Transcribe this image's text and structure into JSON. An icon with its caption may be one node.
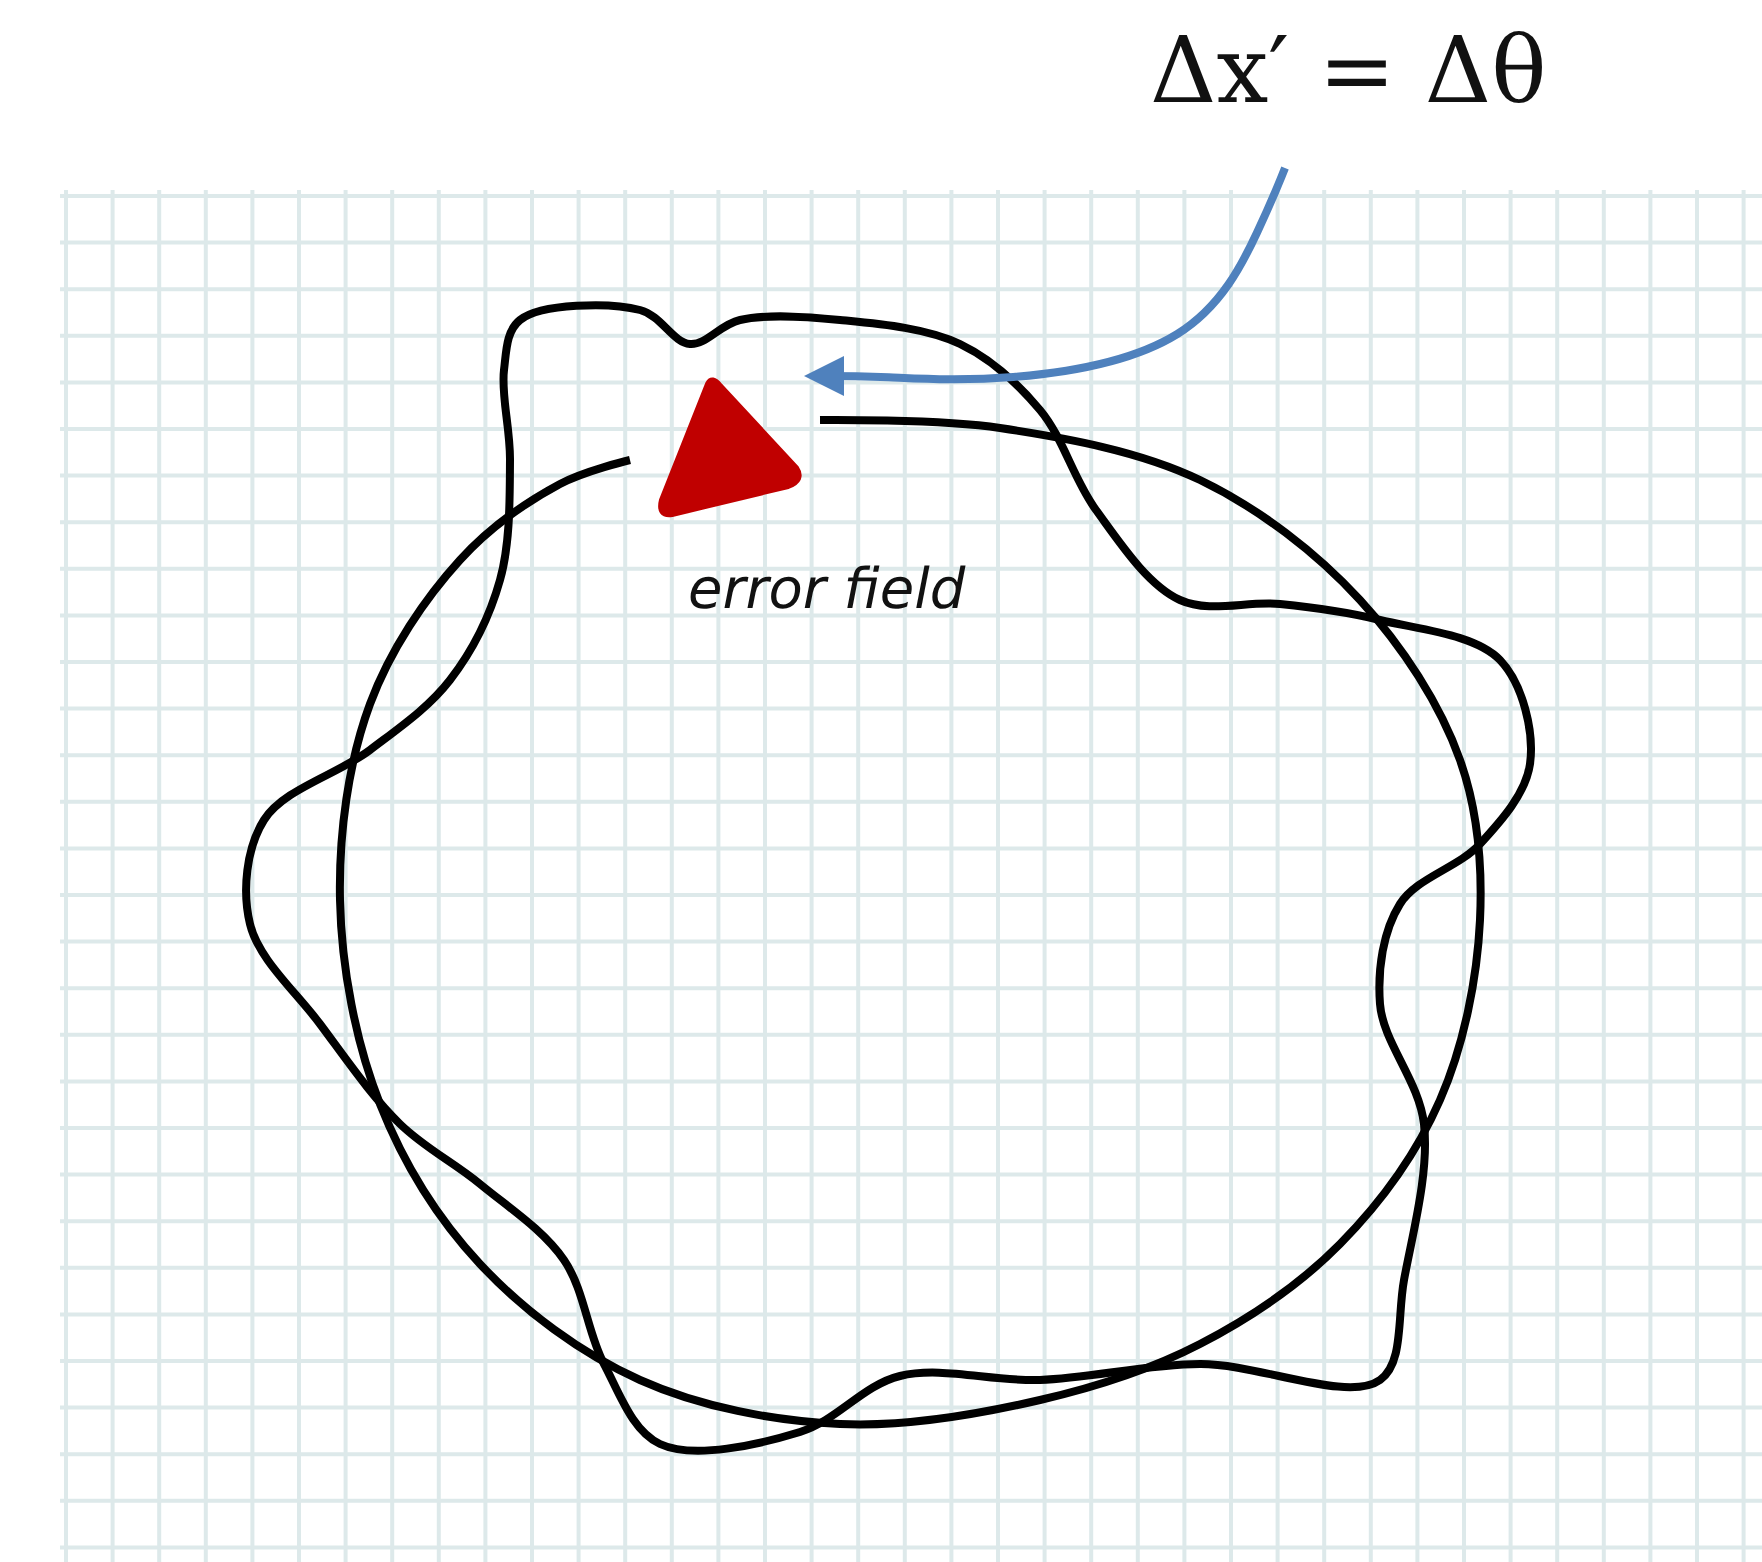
{
  "diagram": {
    "nodes": [
      {
        "text": [
          "Δx′ = Δθ"
        ]
      },
      {
        "text": [],
        "shape": "triangle",
        "beside": [
          "error field"
        ]
      }
    ],
    "edges": [
      {
        "from": 0,
        "to": 1,
        "arrow": "to",
        "color": "#4f81bd"
      }
    ]
  }
}
